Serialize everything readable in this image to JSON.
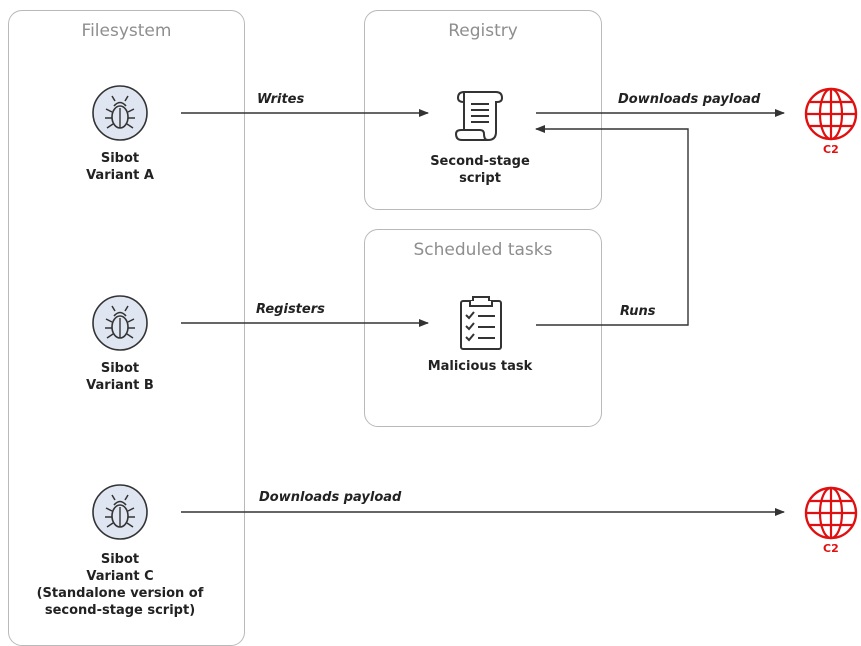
{
  "containers": {
    "filesystem": "Filesystem",
    "registry": "Registry",
    "scheduled_tasks": "Scheduled tasks"
  },
  "nodes": {
    "variant_a": "Sibot\nVariant A",
    "variant_b": "Sibot\nVariant B",
    "variant_c": "Sibot\nVariant C\n(Standalone version of\nsecond-stage script)",
    "second_stage": "Second-stage\nscript",
    "malicious_task": "Malicious task",
    "c2_top": "C2",
    "c2_bottom": "C2"
  },
  "edges": {
    "writes": "Writes",
    "downloads_top": "Downloads payload",
    "registers": "Registers",
    "runs": "Runs",
    "downloads_bottom": "Downloads payload"
  },
  "colors": {
    "container_border": "#b9b9b9",
    "icon_fill": "#dfe6f1",
    "c2_red": "#e01010",
    "arrow": "#333333"
  },
  "icons": {
    "malware": "bug-icon",
    "script": "scroll-icon",
    "task": "clipboard-checklist-icon",
    "c2": "globe-icon"
  }
}
